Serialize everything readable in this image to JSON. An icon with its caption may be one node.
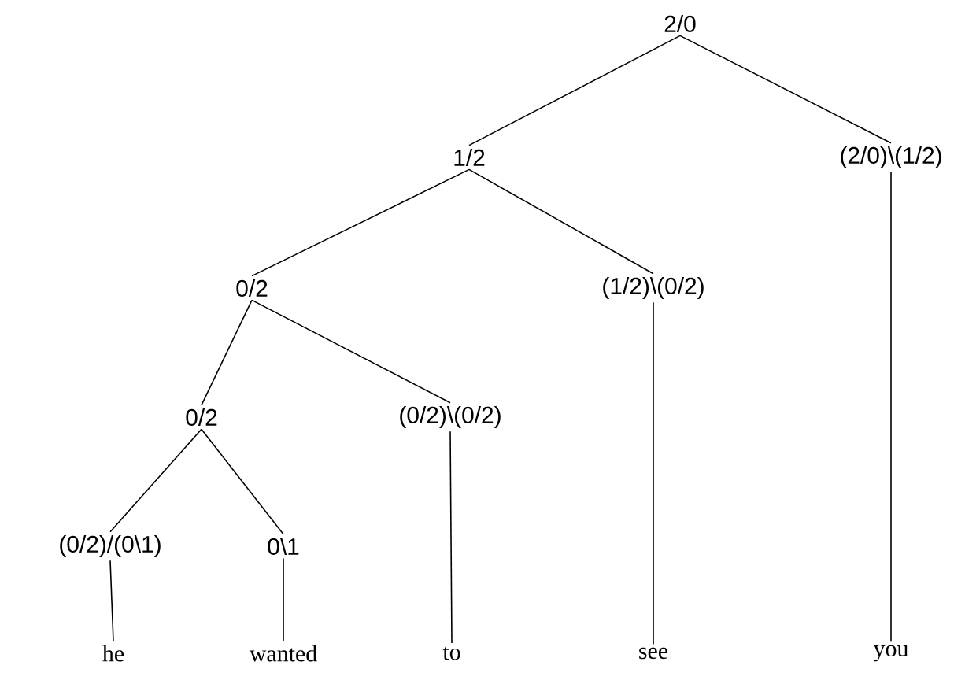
{
  "diagram": {
    "nodes": [
      {
        "text": [
          "2/0"
        ]
      },
      {
        "text": [
          "1/2"
        ]
      },
      {
        "text": [
          "(2/0)\\(1/2)"
        ]
      },
      {
        "text": [
          "0/2"
        ]
      },
      {
        "text": [
          "(1/2)\\(0/2)"
        ]
      },
      {
        "text": [
          "0/2"
        ]
      },
      {
        "text": [
          "(0/2)\\(0/2)"
        ]
      },
      {
        "text": [
          "(0/2)/(0\\1)"
        ]
      },
      {
        "text": [
          "0\\1"
        ]
      },
      {
        "text": [
          "he"
        ]
      },
      {
        "text": [
          "wanted"
        ]
      },
      {
        "text": [
          "to"
        ]
      },
      {
        "text": [
          "see"
        ]
      },
      {
        "text": [
          "you"
        ]
      }
    ],
    "edges": [
      {
        "from": 0,
        "to": 1,
        "arrow": "none"
      },
      {
        "from": 0,
        "to": 2,
        "arrow": "none"
      },
      {
        "from": 1,
        "to": 3,
        "arrow": "none"
      },
      {
        "from": 1,
        "to": 4,
        "arrow": "none"
      },
      {
        "from": 3,
        "to": 5,
        "arrow": "none"
      },
      {
        "from": 3,
        "to": 6,
        "arrow": "none"
      },
      {
        "from": 5,
        "to": 7,
        "arrow": "none"
      },
      {
        "from": 5,
        "to": 8,
        "arrow": "none"
      },
      {
        "from": 7,
        "to": 9,
        "arrow": "none"
      },
      {
        "from": 8,
        "to": 10,
        "arrow": "none"
      },
      {
        "from": 6,
        "to": 11,
        "arrow": "none"
      },
      {
        "from": 4,
        "to": 12,
        "arrow": "none"
      },
      {
        "from": 2,
        "to": 13,
        "arrow": "none"
      }
    ]
  }
}
